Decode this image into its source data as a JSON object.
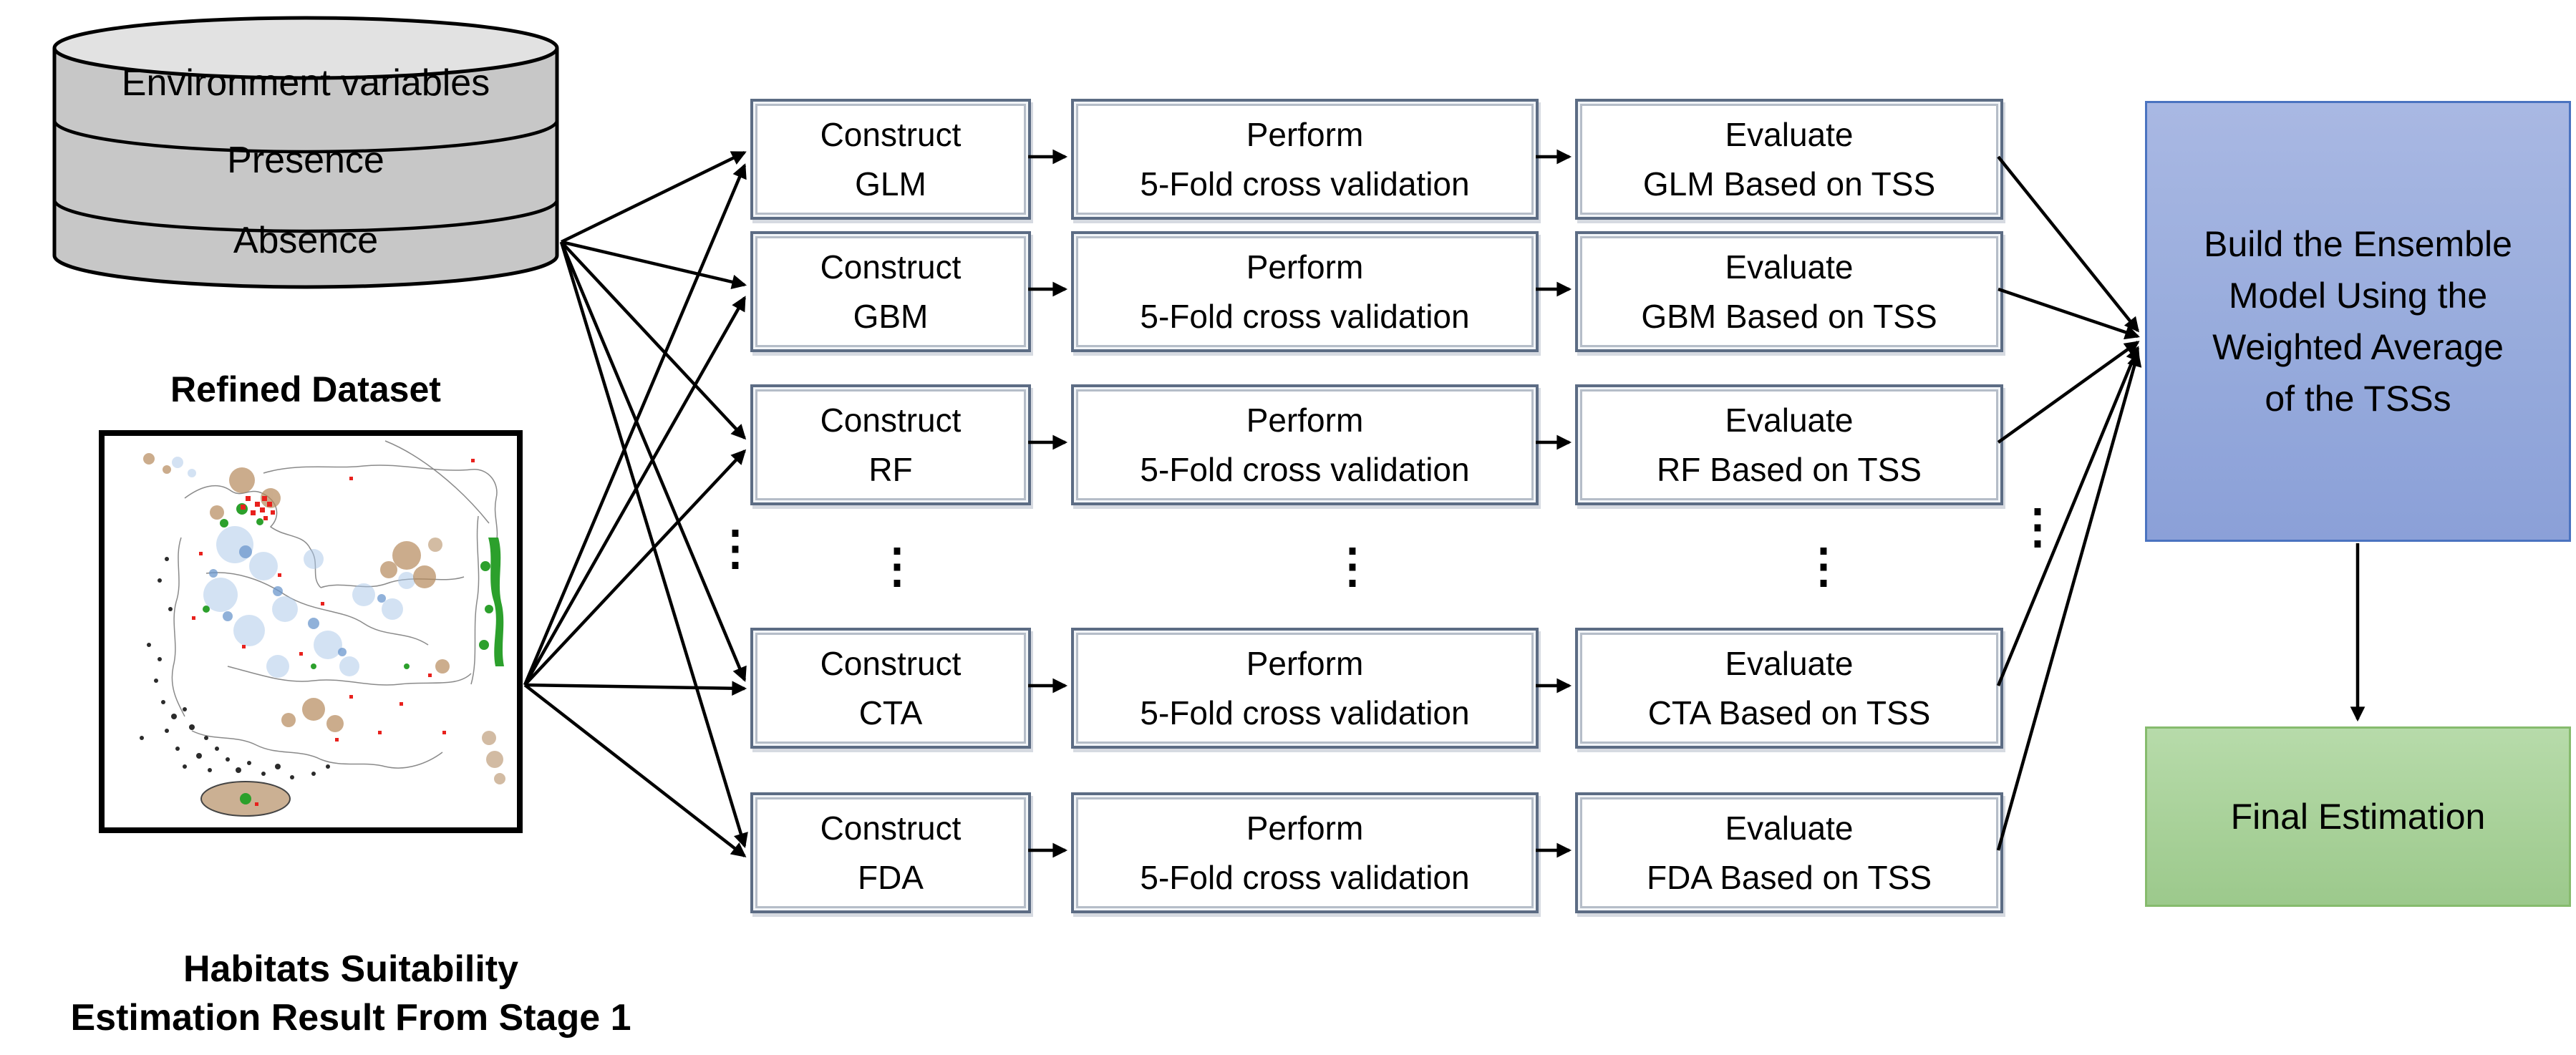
{
  "refined_dataset": {
    "segments": [
      "Environment variables",
      "Presence",
      "Absence"
    ],
    "caption": "Refined Dataset"
  },
  "habitat_map": {
    "caption": "Habitats Suitability\nEstimation Result From Stage 1"
  },
  "pipeline": {
    "rows": [
      {
        "model": "GLM",
        "construct": "Construct\nGLM",
        "perform": "Perform\n5-Fold cross validation",
        "evaluate": "Evaluate\nGLM Based on TSS"
      },
      {
        "model": "GBM",
        "construct": "Construct\nGBM",
        "perform": "Perform\n5-Fold cross validation",
        "evaluate": "Evaluate\nGBM Based on TSS"
      },
      {
        "model": "RF",
        "construct": "Construct\nRF",
        "perform": "Perform\n5-Fold cross validation",
        "evaluate": "Evaluate\nRF Based on TSS"
      },
      {
        "model": "CTA",
        "construct": "Construct\nCTA",
        "perform": "Perform\n5-Fold cross validation",
        "evaluate": "Evaluate\nCTA Based on TSS"
      },
      {
        "model": "FDA",
        "construct": "Construct\nFDA",
        "perform": "Perform\n5-Fold cross validation",
        "evaluate": "Evaluate\nFDA Based on TSS"
      }
    ],
    "ellipsis": "⋮"
  },
  "ensemble": {
    "label": "Build the Ensemble\nModel Using the\nWeighted Average\nof the TSSs"
  },
  "final": {
    "label": "Final Estimation"
  },
  "colors": {
    "step_box_border": "#5c6c84",
    "ensemble_fill": "#97abdc",
    "ensemble_border": "#4a73c0",
    "final_fill": "#a8d199",
    "final_border": "#86bb6d",
    "cylinder_body": "#c7c7c7",
    "cylinder_top": "#e2e2e2",
    "arrow": "#000000",
    "map_green": "#2ca02c",
    "map_red": "#e8211d",
    "map_blue": "#6b97cd",
    "map_brown": "#b68a5c"
  }
}
